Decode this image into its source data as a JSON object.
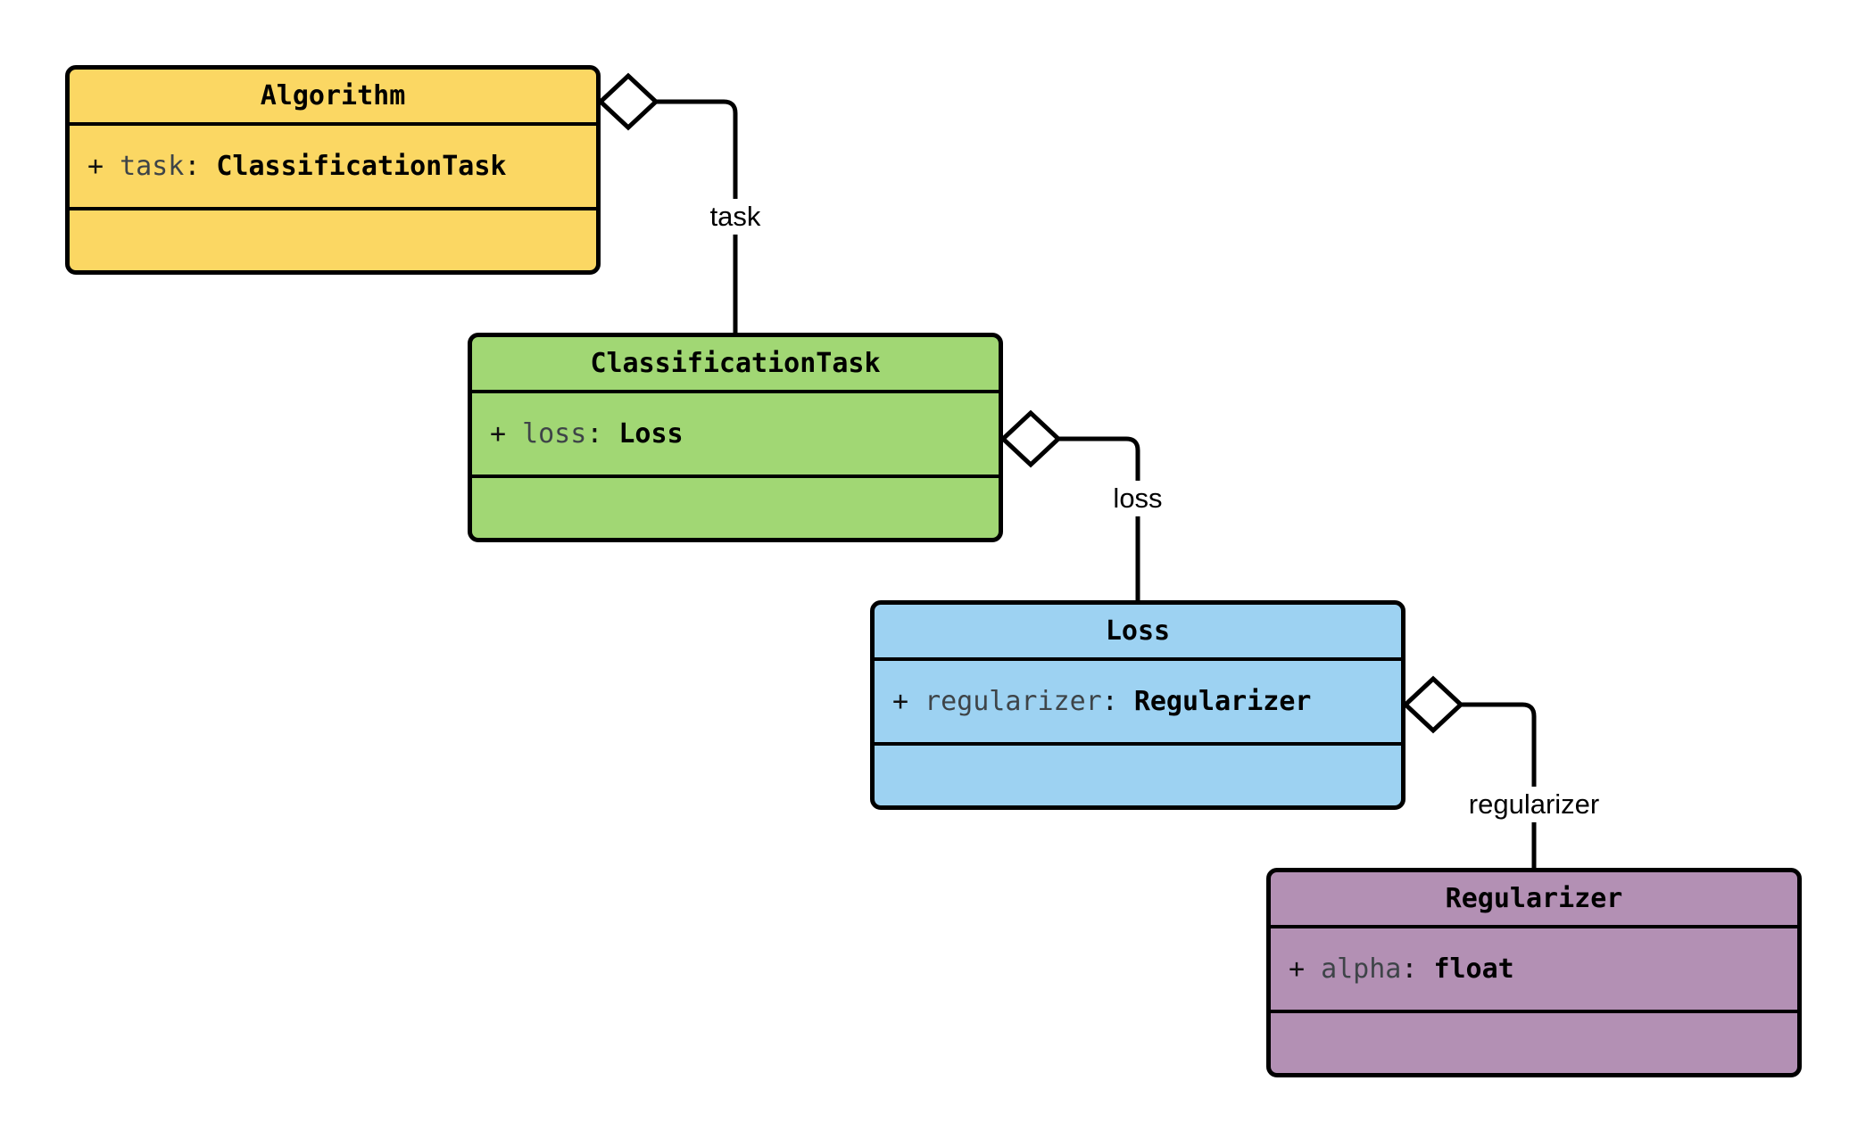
{
  "diagram_type": "uml-class-diagram",
  "classes": [
    {
      "id": "algorithm",
      "title": "Algorithm",
      "attribute": {
        "visibility": "+",
        "name": "task",
        "colon": ":",
        "type": "ClassificationTask"
      },
      "methods": [],
      "fill": "#FBD763"
    },
    {
      "id": "classification-task",
      "title": "ClassificationTask",
      "attribute": {
        "visibility": "+",
        "name": "loss",
        "colon": ":",
        "type": "Loss"
      },
      "methods": [],
      "fill": "#A1D774"
    },
    {
      "id": "loss",
      "title": "Loss",
      "attribute": {
        "visibility": "+",
        "name": "regularizer",
        "colon": ":",
        "type": "Regularizer"
      },
      "methods": [],
      "fill": "#9DD2F2"
    },
    {
      "id": "regularizer",
      "title": "Regularizer",
      "attribute": {
        "visibility": "+",
        "name": "alpha",
        "colon": ":",
        "type": "float"
      },
      "methods": [],
      "fill": "#B390B4"
    }
  ],
  "relationships": [
    {
      "label": "task",
      "from": "Algorithm",
      "to": "ClassificationTask",
      "kind": "aggregation"
    },
    {
      "label": "loss",
      "from": "ClassificationTask",
      "to": "Loss",
      "kind": "aggregation"
    },
    {
      "label": "regularizer",
      "from": "Loss",
      "to": "Regularizer",
      "kind": "aggregation"
    }
  ],
  "colors": {
    "algorithm_fill": "#FBD763",
    "classification_task_fill": "#A1D774",
    "loss_fill": "#9DD2F2",
    "regularizer_fill": "#B390B4",
    "border_and_lines": "#000000",
    "attribute_name_text": "#3E4448",
    "background": "#FFFFFF"
  }
}
